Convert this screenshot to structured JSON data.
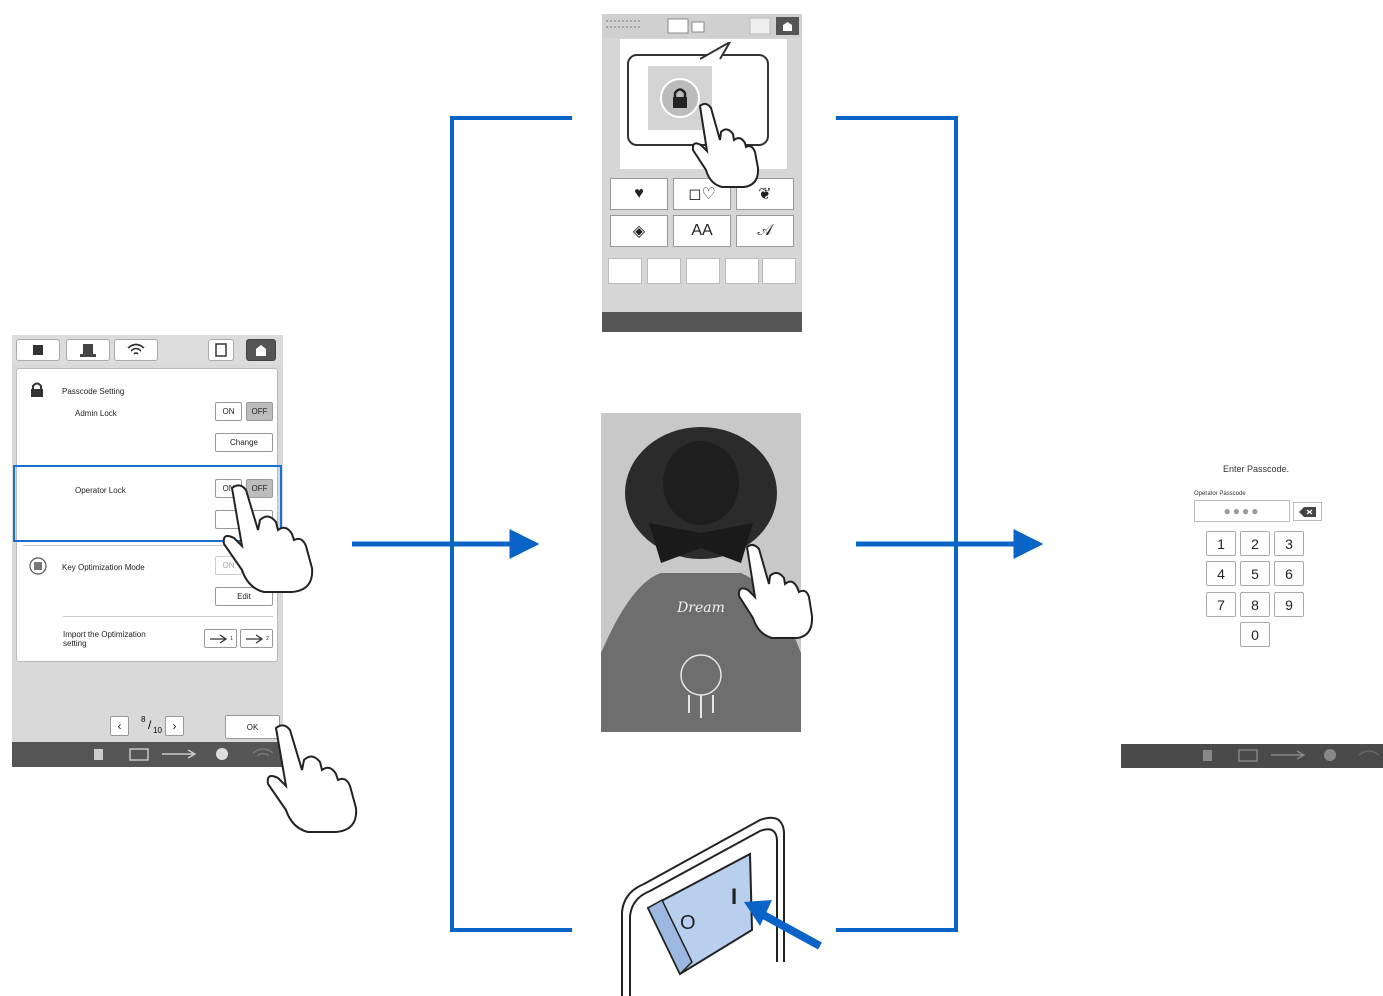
{
  "settings_screen": {
    "section_title": "Passcode Setting",
    "admin_lock_label": "Admin Lock",
    "admin_on": "ON",
    "admin_off": "OFF",
    "admin_change": "Change",
    "operator_lock_label": "Operator Lock",
    "operator_on": "ON",
    "operator_off": "OFF",
    "key_opt_label": "Key Optimization Mode",
    "key_opt_on": "ON",
    "key_opt_edit": "Edit",
    "import_label_1": "Import the Optimization",
    "import_label_2": "setting",
    "usb1_sub": "1",
    "usb2_sub": "2",
    "page_num": "8",
    "page_den": "10",
    "ok_label": "OK",
    "icons": [
      "embroidery-icon",
      "machine-icon",
      "wifi-icon",
      "frame-icon",
      "home-icon",
      "lock-icon",
      "key-optimization-icon",
      "usb-icon",
      "document-icon",
      "help-icon",
      "thread-icon",
      "clock-icon"
    ]
  },
  "photo": {
    "embroidered_text": "Dream"
  },
  "passcode_screen": {
    "title": "Enter Passcode.",
    "field_label": "Operator Passcode",
    "masked_value": "●●●●",
    "delete_icon": "backspace-icon",
    "keys": [
      "1",
      "2",
      "3",
      "4",
      "5",
      "6",
      "7",
      "8",
      "9",
      "0"
    ]
  },
  "switch": {
    "off_symbol": "O",
    "on_symbol": "I"
  },
  "colors": {
    "flow_blue": "#0a64c8",
    "highlight_blue": "#1a6fd0",
    "switch_fill": "#b8cfee",
    "bar_dark": "#555555"
  }
}
